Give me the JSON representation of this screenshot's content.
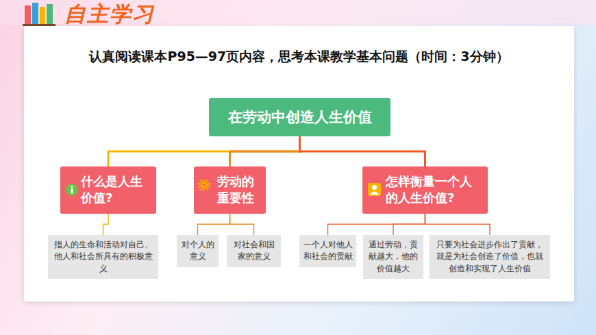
{
  "diagram": {
    "title": "认真阅读课本P95—97页内容，思考本课教学基本问题（时间：3分钟）",
    "nodes": [
      {
        "text": [
          "在劳动中创造人生价值"
        ]
      },
      {
        "text": [
          "什么是人生价值?"
        ]
      },
      {
        "text": [
          "劳动的重要性"
        ]
      },
      {
        "text": [
          "怎样衡量一个人的人生价值?"
        ]
      },
      {
        "text": [
          "指人的生命和活动对自己、他人和社会所具有的积极意义"
        ]
      },
      {
        "text": [
          "对个人的意义"
        ]
      },
      {
        "text": [
          "对社会和国家的意义"
        ]
      },
      {
        "text": [
          "一个人对他人和社会的贡献"
        ]
      },
      {
        "text": [
          "通过劳动，贡献越大，他的价值越大"
        ]
      },
      {
        "text": [
          "只要为社会进步作出了贡献，就是为社会创造了价值，也就创造和实现了人生价值"
        ]
      }
    ],
    "edges": [
      {
        "from": 0,
        "to": 1,
        "arrow": "none"
      },
      {
        "from": 0,
        "to": 2,
        "arrow": "none"
      },
      {
        "from": 0,
        "to": 3,
        "arrow": "none"
      },
      {
        "from": 1,
        "to": 4,
        "arrow": "none"
      },
      {
        "from": 2,
        "to": 5,
        "arrow": "none"
      },
      {
        "from": 2,
        "to": 6,
        "arrow": "none"
      },
      {
        "from": 3,
        "to": 7,
        "arrow": "none"
      },
      {
        "from": 3,
        "to": 8,
        "arrow": "none"
      },
      {
        "from": 3,
        "to": 9,
        "arrow": "none"
      }
    ],
    "labels": [
      "自主学习"
    ]
  }
}
